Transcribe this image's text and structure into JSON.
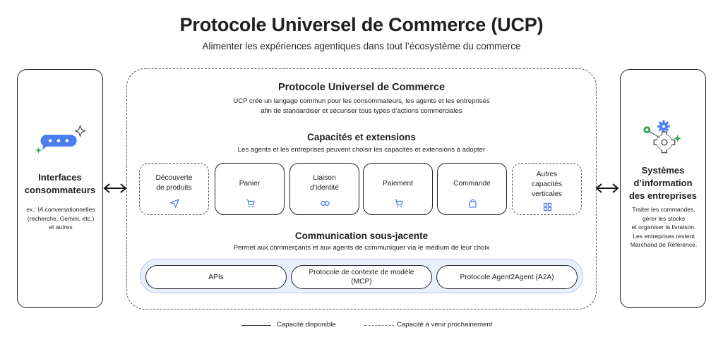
{
  "header": {
    "title": "Protocole Universel de Commerce (UCP)",
    "subtitle": "Alimenter les expériences agentiques dans tout l’écosystème du commerce"
  },
  "left_panel": {
    "title_line1": "Interfaces",
    "title_line2": "consommateurs",
    "desc_line1": "ex.: IA conversationnelles",
    "desc_line2": "(recherche, Gemini, etc.)",
    "desc_line3": "et autres",
    "icon": "chat-bubble-sparkle-icon"
  },
  "right_panel": {
    "title_line1": "Systèmes",
    "title_line2": "d’information",
    "title_line3": "des entreprises",
    "desc_line1": "Traiter les commandes,",
    "desc_line2": "gérer les stocks",
    "desc_line3": "et organiser la livraison.",
    "desc_line4": "Les entreprises restent",
    "desc_line5": "Marchand de Référence.",
    "icon": "gears-icon"
  },
  "protocol": {
    "title": "Protocole Universel de Commerce",
    "desc_line1": "UCP crée un langage commun pour les consommateurs, les agents et les entreprises",
    "desc_line2": "afin de standardiser et sécuriser tous types d’actions commerciales"
  },
  "capabilities": {
    "title": "Capacités et extensions",
    "desc": "Les agents et les entreprises peuvent choisir les capacités et extensions à adopter",
    "items": [
      {
        "line1": "Découverte",
        "line2": "de produits",
        "line3": "",
        "status": "coming",
        "icon": "navigation-arrow-icon"
      },
      {
        "line1": "Panier",
        "line2": "",
        "line3": "",
        "status": "available",
        "icon": "cart-icon"
      },
      {
        "line1": "Liaison",
        "line2": "d’identité",
        "line3": "",
        "status": "available",
        "icon": "link-icon"
      },
      {
        "line1": "Paiement",
        "line2": "",
        "line3": "",
        "status": "available",
        "icon": "cart-icon"
      },
      {
        "line1": "Commande",
        "line2": "",
        "line3": "",
        "status": "available",
        "icon": "shopping-bag-icon"
      },
      {
        "line1": "Autres",
        "line2": "capacités",
        "line3": "verticales",
        "status": "coming",
        "icon": "grid-icon"
      }
    ]
  },
  "communication": {
    "title": "Communication sous-jacente",
    "desc": "Permet aux commerçants et aux agents de communiquer via le médium de leur choix",
    "items": [
      {
        "line1": "APIs",
        "line2": ""
      },
      {
        "line1": "Protocole de contexte de modèle",
        "line2": "(MCP)"
      },
      {
        "line1": "Protocole Agent2Agent (A2A)",
        "line2": ""
      }
    ]
  },
  "legend": {
    "available": "Capacité disponible",
    "coming": "Capacité à venir prochainement"
  },
  "colors": {
    "blue": "#4a7ef0",
    "green": "#34a853",
    "band_fill": "#e9effb",
    "band_border": "#b7c8ee"
  }
}
